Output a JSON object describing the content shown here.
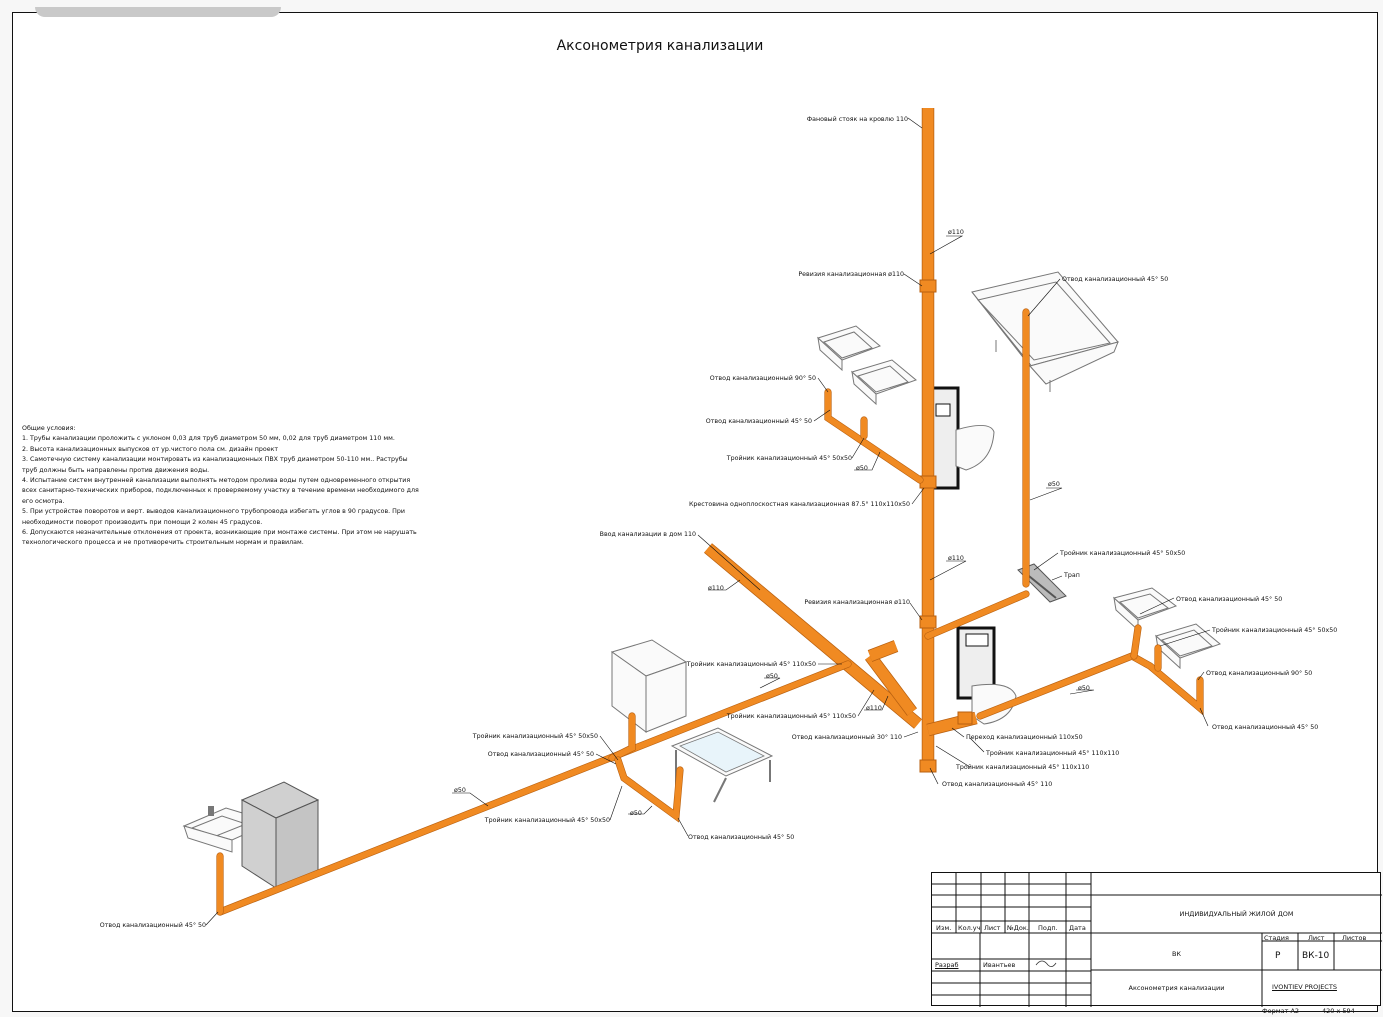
{
  "title": "Аксонометрия канализации",
  "notes": [
    "Общие условия:",
    "1. Трубы канализации проложить с уклоном 0,03 для труб диаметром 50 мм, 0,02 для труб диаметром 110 мм.",
    "2. Высота канализационных выпусков от ур.чистого пола см. дизайн проект",
    "3. Самотечную систему канализации монтировать из канализационных ПВХ труб диаметром 50-110 мм.. Раструбы",
    "труб должны быть направлены против движения воды.",
    "4. Испытание систем внутренней канализации выполнять методом пролива воды путем одновременного открытия",
    "всех санитарно-технических приборов, подключенных к проверяемому участку в течение времени необходимого для",
    "его осмотра.",
    "5. При устройстве поворотов и верт. выводов канализационного трубопровода избегать углов в 90 градусов. При",
    "необходимости поворот производить при помощи 2 колен 45 градусов.",
    "6. Допускаются незначительные отклонения от проекта, возникающие при монтаже системы. При этом не нарушать",
    "технологического процесса и не противоречить строительным нормам и правилам."
  ],
  "labels": {
    "l1": "Фановый стояк на кровлю 110",
    "l2": "ø110",
    "l3": "Ревизия канализационная ø110",
    "l4": "Отвод канализационный 45° 50",
    "l5": "Отвод канализационный 90° 50",
    "l6": "Отвод канализационный 45° 50",
    "l7": "Тройник канализационный 45° 50х50",
    "l8": "ø50",
    "l9": "Крестовина одноплоскостная канализационная 87.5° 110х110х50",
    "l10": "ø50",
    "l11": "Ввод канализации в дом 110",
    "l12": "ø110",
    "l13": "ø110",
    "l14": "Тройник канализационный 45° 50х50",
    "l15": "Трап",
    "l16": "Ревизия канализационная ø110",
    "l17": "Отвод канализационный 45° 50",
    "l18": "Тройник канализационный 45° 50х50",
    "l19": "Тройник канализационный 45° 110х50",
    "l20": "ø50",
    "l21": "Отвод канализационный 90° 50",
    "l22": "ø50",
    "l23": "Тройник канализационный 45° 110х50",
    "l24": "ø110",
    "l25": "Отвод канализационный 30° 110",
    "l26": "Переход канализационный 110х50",
    "l27": "Отвод канализационный 45° 50",
    "l28": "Тройник канализационный 45° 50х50",
    "l29": "Отвод канализационный 45° 50",
    "l30": "Тройник канализационный 45° 110х110",
    "l31": "Тройник канализационный 45° 110х110",
    "l32": "Отвод канализационный 45° 110",
    "l33": "ø50",
    "l34": "Тройник канализационный 45° 50х50",
    "l35": "ø50",
    "l36": "Отвод канализационный 45° 50",
    "l37": "Отвод канализационный 45° 50"
  },
  "titleblock": {
    "project": "ИНДИВИДУАЛЬНЫЙ ЖИЛОЙ ДОМ",
    "code": "ВК",
    "sheet_name": "Аксонометрия канализации",
    "headers": [
      "Изм.",
      "Кол.уч",
      "Лист",
      "№Док.",
      "Подп.",
      "Дата"
    ],
    "stage_label": "Стадия",
    "sheet_label": "Лист",
    "sheets_label": "Листов",
    "stage": "Р",
    "sheet_no": "ВК-10",
    "dev_label": "Разраб",
    "dev_name": "Ивантьев",
    "company": "IVONTIEV PROJECTS",
    "format": "Формат А2",
    "size": "420 x 594"
  },
  "colors": {
    "pipe": "#F08A22",
    "pipe_edge": "#B86010",
    "line": "#111111",
    "fixture": "#9a9a9a"
  }
}
